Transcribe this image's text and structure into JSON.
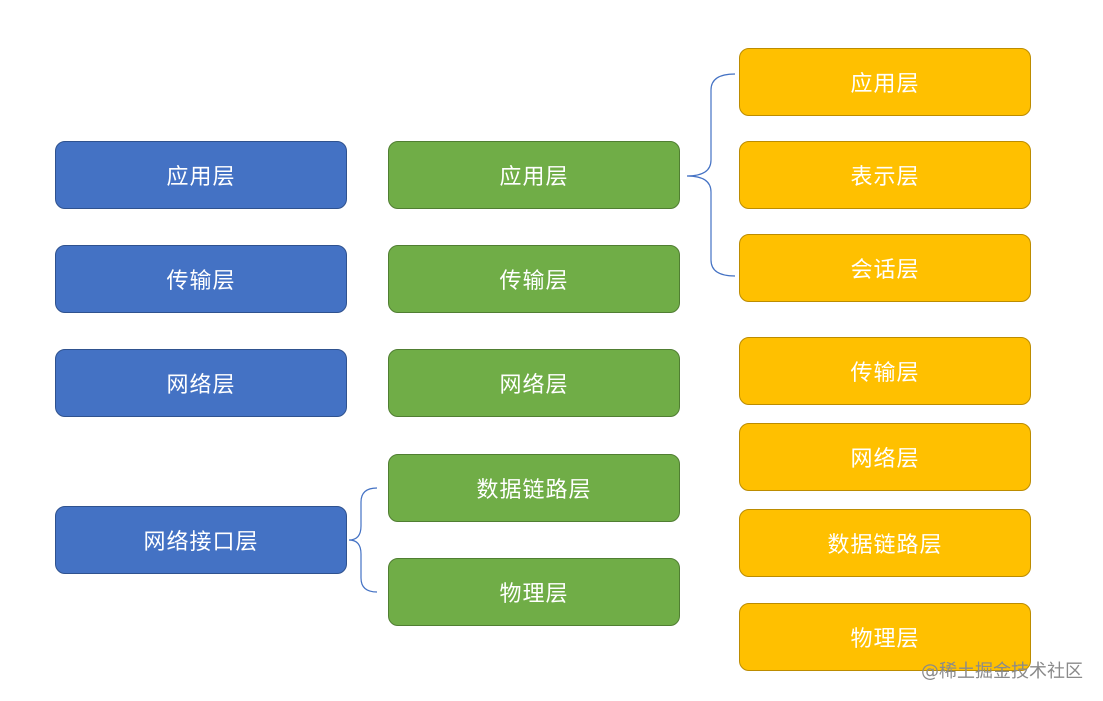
{
  "tcpip": {
    "application": "应用层",
    "transport": "传输层",
    "network": "网络层",
    "interface": "网络接口层"
  },
  "five_layer": {
    "application": "应用层",
    "transport": "传输层",
    "network": "网络层",
    "datalink": "数据链路层",
    "physical": "物理层"
  },
  "osi": {
    "application": "应用层",
    "presentation": "表示层",
    "session": "会话层",
    "transport": "传输层",
    "network": "网络层",
    "datalink": "数据链路层",
    "physical": "物理层"
  },
  "colors": {
    "tcpip": "#4472C4",
    "five_layer": "#70AD47",
    "osi": "#FFC000",
    "brace": "#4472C4"
  },
  "watermark": "@稀土掘金技术社区"
}
